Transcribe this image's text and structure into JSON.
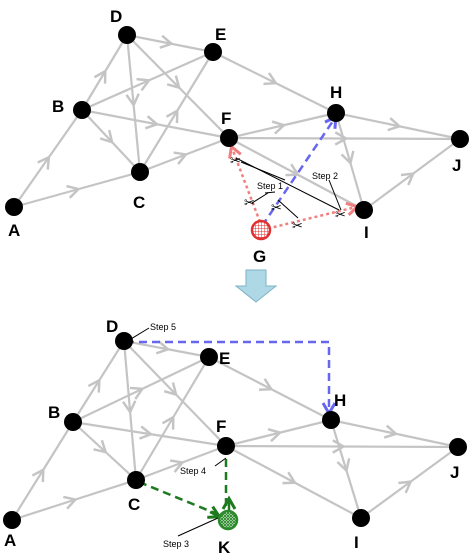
{
  "top_panel": {
    "nodes": [
      "A",
      "B",
      "C",
      "D",
      "E",
      "F",
      "G",
      "H",
      "I",
      "J"
    ],
    "step_labels": [
      "Step 1",
      "Step 2"
    ]
  },
  "bottom_panel": {
    "nodes": [
      "A",
      "B",
      "C",
      "D",
      "E",
      "F",
      "H",
      "I",
      "J",
      "K"
    ],
    "step_labels": [
      "Step 3",
      "Step 4",
      "Step 5"
    ]
  },
  "colors": {
    "edge": "#c4c4c4",
    "node": "#000000",
    "red_path": "#f08080",
    "blue_path": "#6666ee",
    "green_path": "#1e7a1e",
    "arrow_fill": "#aed8e6"
  }
}
